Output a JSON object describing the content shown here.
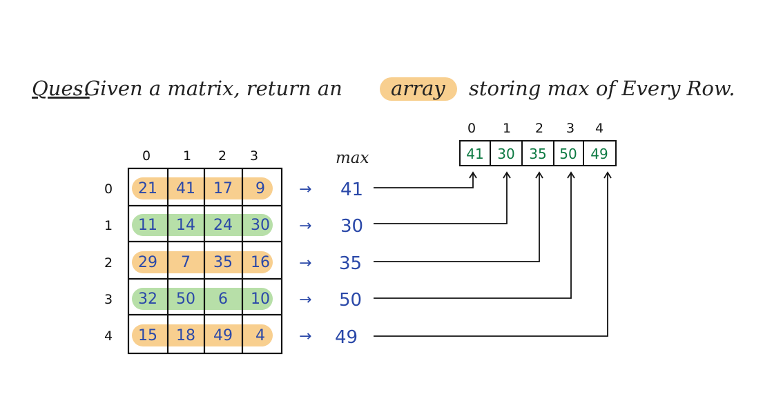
{
  "question": {
    "prefix": "Ques.",
    "before": "Given a matrix, return an",
    "highlight": "array",
    "after": "storing max of Every Row."
  },
  "matrix": {
    "col_indices": [
      "0",
      "1",
      "2",
      "3"
    ],
    "row_indices": [
      "0",
      "1",
      "2",
      "3",
      "4"
    ],
    "rows": [
      [
        "21",
        "41",
        "17",
        "9"
      ],
      [
        "11",
        "14",
        "24",
        "30"
      ],
      [
        "29",
        "7",
        "35",
        "16"
      ],
      [
        "32",
        "50",
        "6",
        "10"
      ],
      [
        "15",
        "18",
        "49",
        "4"
      ]
    ],
    "row_band_colors": [
      "#f8cf8f",
      "#b7dfa8",
      "#f8cf8f",
      "#b7dfa8",
      "#f8cf8f"
    ]
  },
  "max_column": {
    "label": "max",
    "arrow": "→",
    "values": [
      "41",
      "30",
      "35",
      "50",
      "49"
    ]
  },
  "result_array": {
    "indices": [
      "0",
      "1",
      "2",
      "3",
      "4"
    ],
    "values": [
      "41",
      "30",
      "35",
      "50",
      "49"
    ]
  },
  "colors": {
    "ink": "#111111",
    "blue": "#2a48a8",
    "green": "#0e7a43",
    "highlight": "#f8cf8f"
  }
}
